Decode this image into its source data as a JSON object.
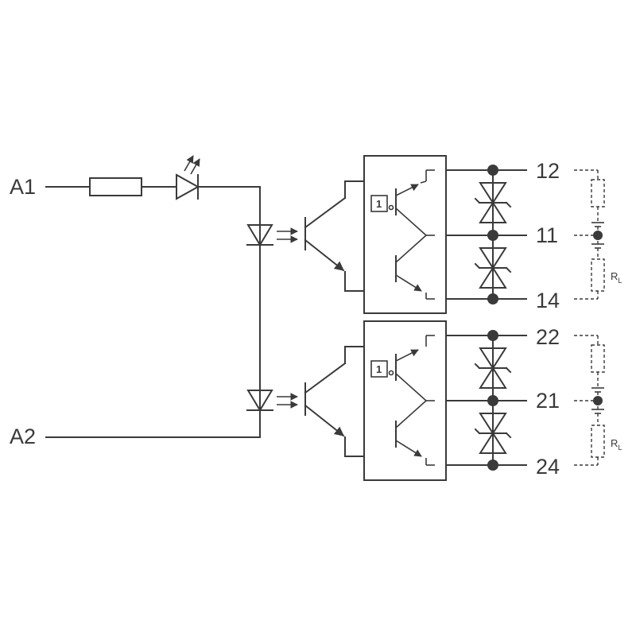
{
  "terminals": {
    "a1": "A1",
    "a2": "A2",
    "t12": "12",
    "t11": "11",
    "t14": "14",
    "t22": "22",
    "t21": "21",
    "t24": "24"
  },
  "load": {
    "symbol": "R",
    "subscript": "L"
  },
  "logic_box": "1",
  "colors": {
    "line": "#3a3a3a",
    "background": "#ffffff"
  }
}
